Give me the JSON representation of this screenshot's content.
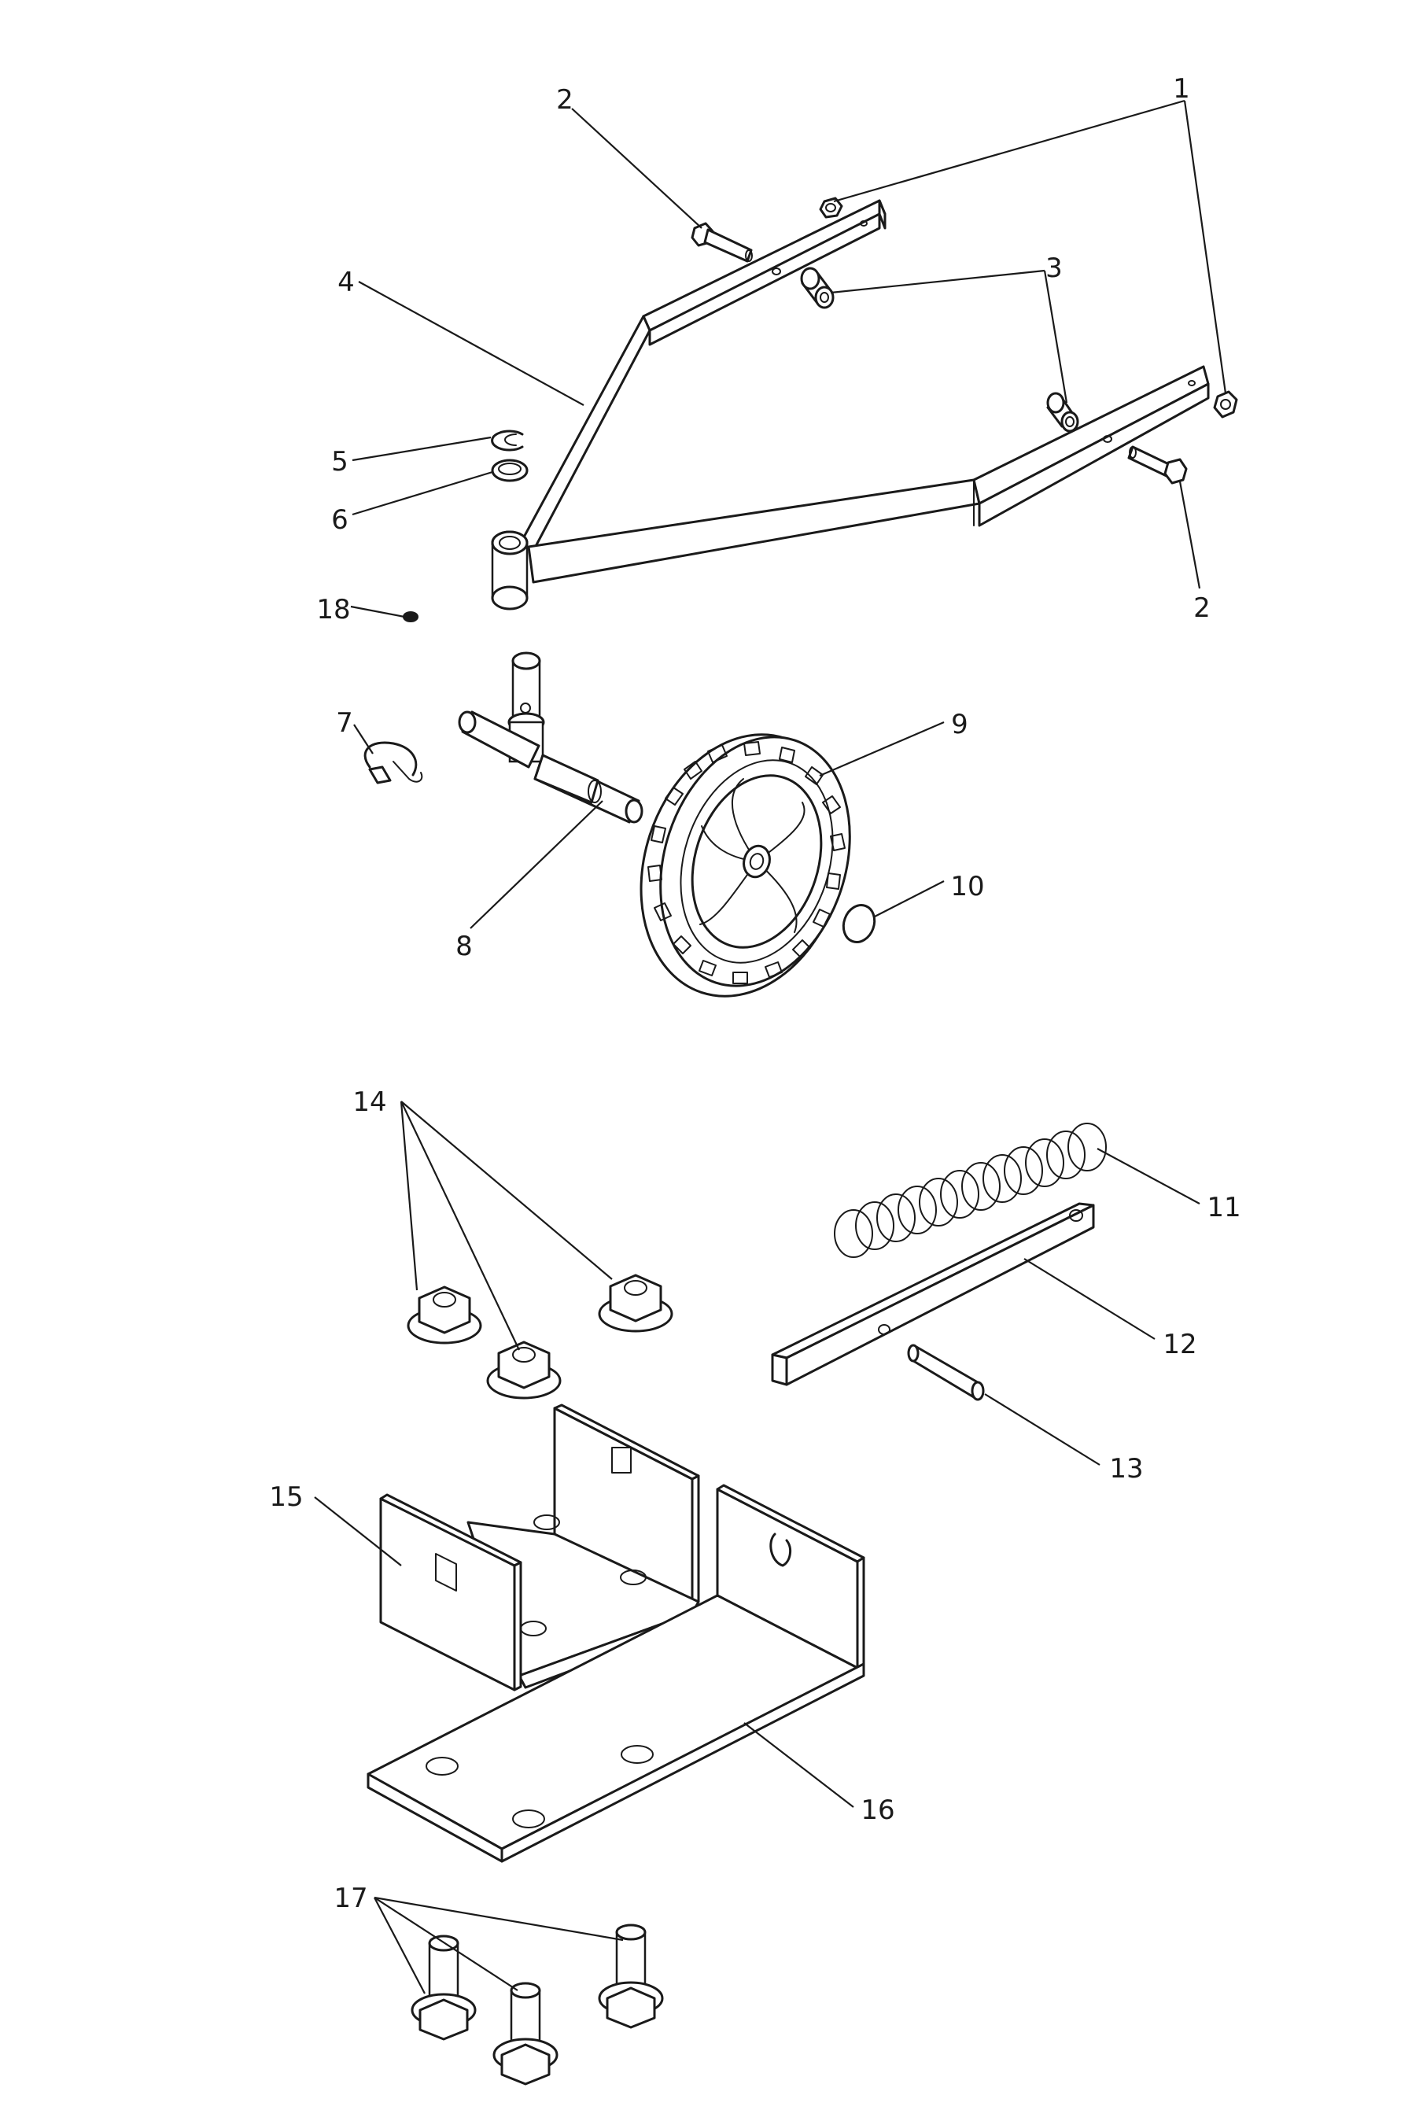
{
  "callouts": [
    {
      "id": "1a",
      "number": "1"
    },
    {
      "id": "2a",
      "number": "2"
    },
    {
      "id": "2b",
      "number": "2"
    },
    {
      "id": "3",
      "number": "3"
    },
    {
      "id": "4",
      "number": "4"
    },
    {
      "id": "5",
      "number": "5"
    },
    {
      "id": "6",
      "number": "6"
    },
    {
      "id": "7",
      "number": "7"
    },
    {
      "id": "8",
      "number": "8"
    },
    {
      "id": "9",
      "number": "9"
    },
    {
      "id": "10",
      "number": "10"
    },
    {
      "id": "11",
      "number": "11"
    },
    {
      "id": "12",
      "number": "12"
    },
    {
      "id": "13",
      "number": "13"
    },
    {
      "id": "14",
      "number": "14"
    },
    {
      "id": "15",
      "number": "15"
    },
    {
      "id": "16",
      "number": "16"
    },
    {
      "id": "17",
      "number": "17"
    },
    {
      "id": "18",
      "number": "18"
    }
  ]
}
